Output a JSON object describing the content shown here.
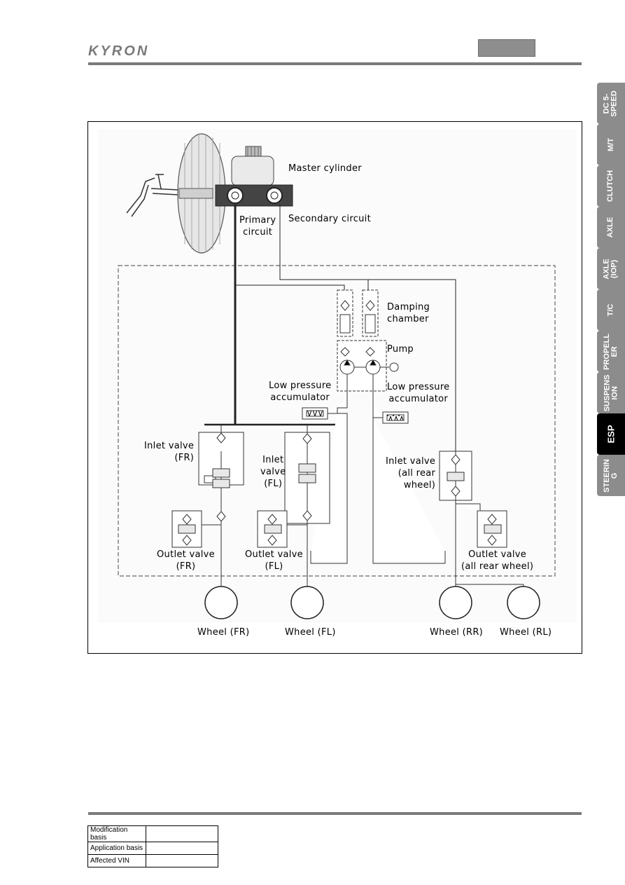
{
  "header": {
    "logo": "KYRON"
  },
  "tabs": [
    {
      "label": "DC 5-\nSPEED",
      "active": false
    },
    {
      "label": "M/T",
      "active": false
    },
    {
      "label": "CLUTCH",
      "active": false
    },
    {
      "label": "AXLE",
      "active": false
    },
    {
      "label": "AXLE\n(IOP)",
      "active": false
    },
    {
      "label": "T/C",
      "active": false
    },
    {
      "label": "PROPELL\nER",
      "active": false
    },
    {
      "label": "SUSPENS\nION",
      "active": false
    },
    {
      "label": "ESP",
      "active": true
    },
    {
      "label": "STEERIN\nG",
      "active": false
    }
  ],
  "diagram": {
    "master_cylinder": "Master cylinder",
    "primary_circuit": "Primary\ncircuit",
    "secondary_circuit": "Secondary circuit",
    "damping_chamber": "Damping\nchamber",
    "pump": "Pump",
    "low_pressure_left": "Low pressure\naccumulator",
    "low_pressure_right": "Low pressure\naccumulator",
    "inlet_fr": "Inlet valve\n(FR)",
    "inlet_fl": "Inlet\nvalve\n(FL)",
    "inlet_rear": "Inlet valve\n(all rear\nwheel)",
    "outlet_fr": "Outlet valve\n(FR)",
    "outlet_fl": "Outlet valve\n(FL)",
    "outlet_rear": "Outlet valve\n(all rear wheel)",
    "wheel_fr": "Wheel (FR)",
    "wheel_fl": "Wheel (FL)",
    "wheel_rr": "Wheel (RR)",
    "wheel_rl": "Wheel (RL)"
  },
  "footer": {
    "rows": [
      {
        "label": "Modification basis",
        "value": ""
      },
      {
        "label": "Application basis",
        "value": ""
      },
      {
        "label": "Affected VIN",
        "value": ""
      }
    ]
  }
}
